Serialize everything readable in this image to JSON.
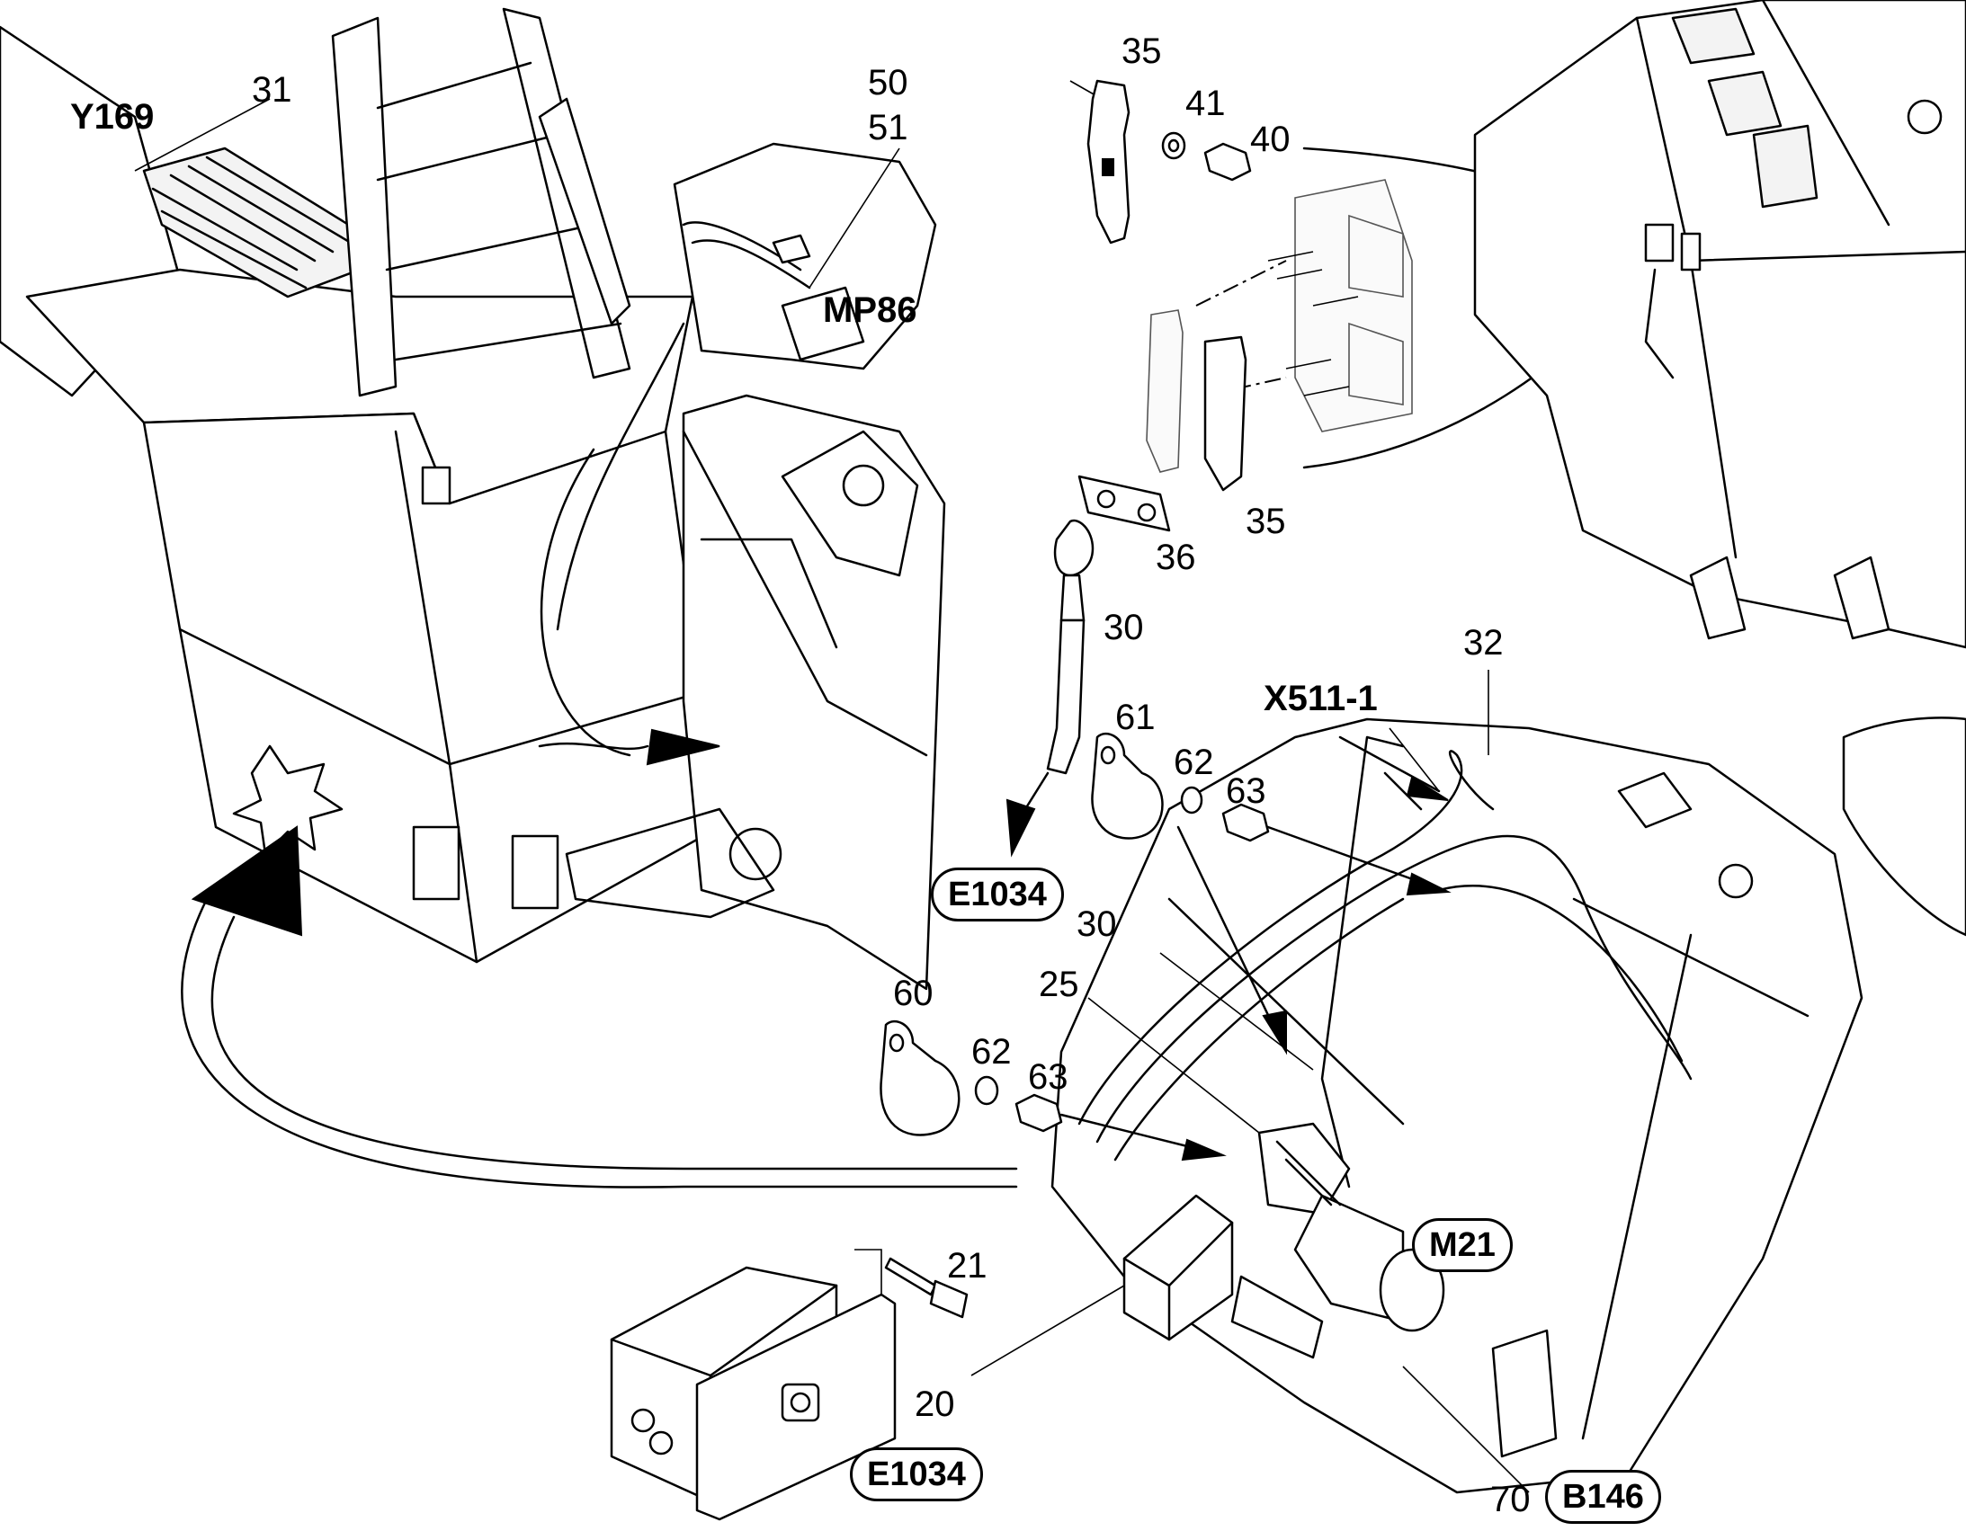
{
  "callouts": {
    "c31": "31",
    "y169": "Y169",
    "c50": "50",
    "c51": "51",
    "mp86": "MP86",
    "c35_top": "35",
    "c41": "41",
    "c40": "40",
    "c35_mid": "35",
    "c36": "36",
    "c30_cable": "30",
    "c61": "61",
    "c62_top": "62",
    "c63_top": "63",
    "x511": "X511-1",
    "c32": "32",
    "e1034_top": "E1034",
    "c30_low": "30",
    "c25": "25",
    "c60": "60",
    "c62_low": "62",
    "c63_low": "63",
    "m21": "M21",
    "c21": "21",
    "c20": "20",
    "e1034_low": "E1034",
    "c70": "70",
    "b146": "B146"
  }
}
